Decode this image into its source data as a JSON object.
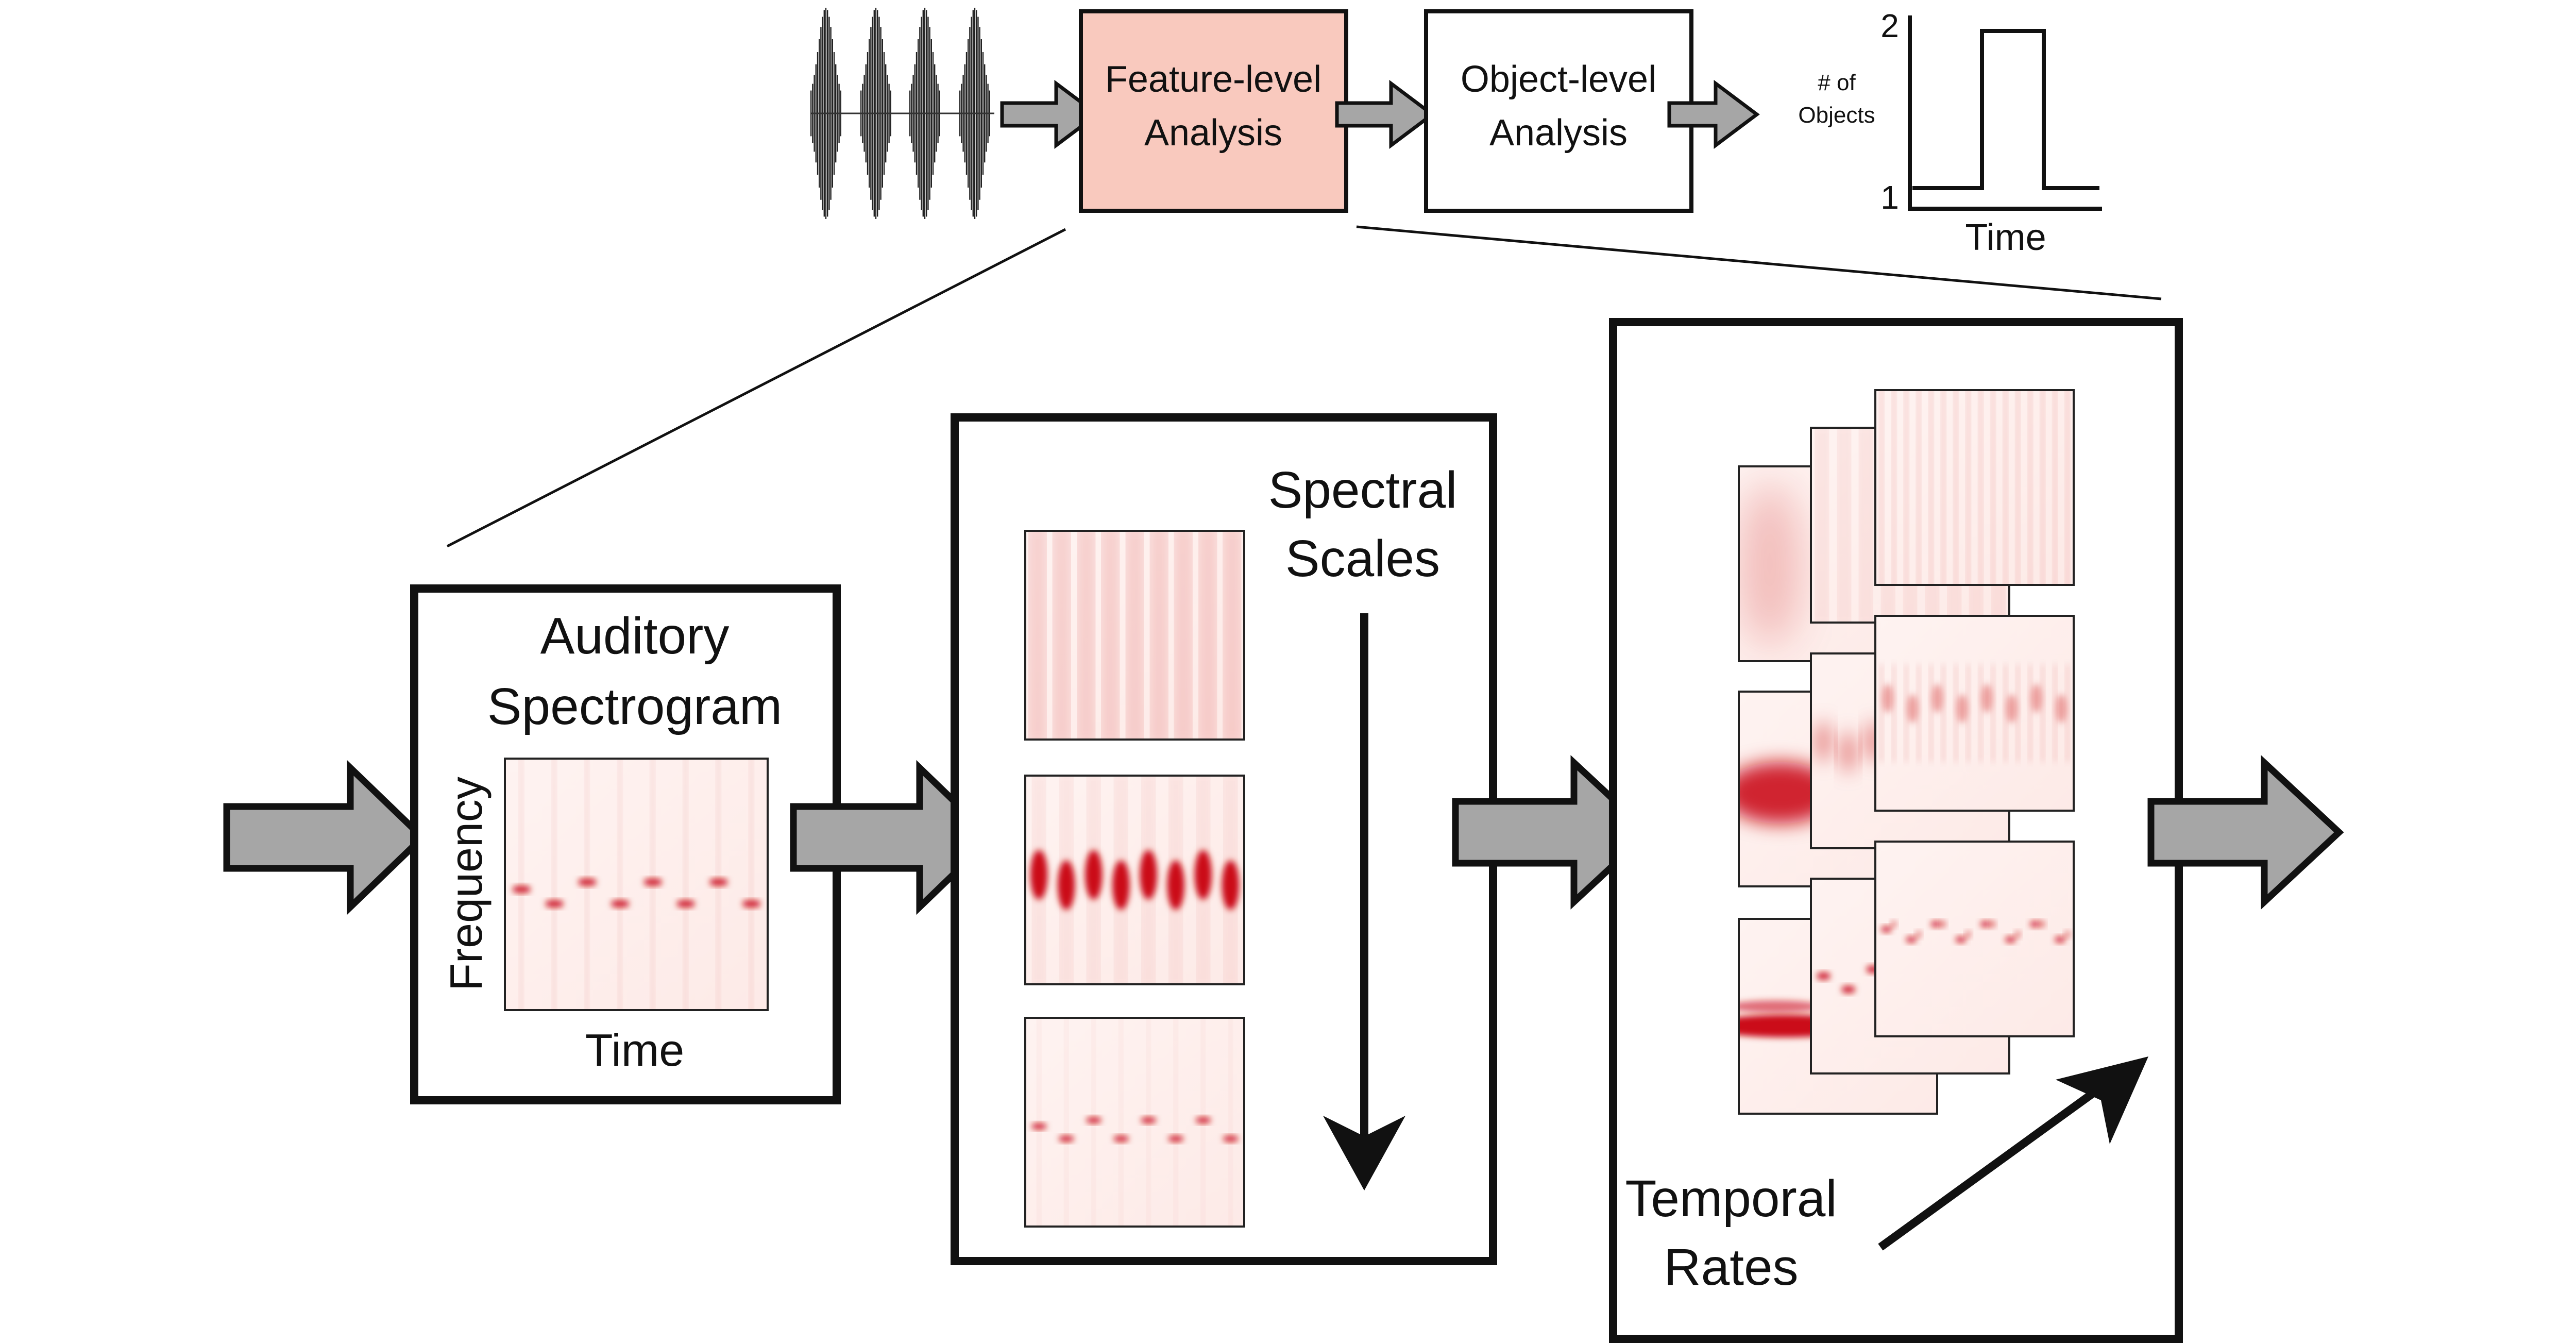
{
  "top_pipeline": {
    "feature_box": {
      "line1": "Feature-level",
      "line2": "Analysis"
    },
    "object_box": {
      "line1": "Object-level",
      "line2": "Analysis"
    },
    "output_plot": {
      "ylabel_line1": "# of",
      "ylabel_line2": "Objects",
      "ytick_top": "2",
      "ytick_bottom": "1",
      "xlabel": "Time"
    }
  },
  "spectrogram_box": {
    "title_line1": "Auditory",
    "title_line2": "Spectrogram",
    "ylabel": "Frequency",
    "xlabel": "Time"
  },
  "scales_box": {
    "label_line1": "Spectral",
    "label_line2": "Scales"
  },
  "rates_box": {
    "label_line1": "Temporal",
    "label_line2": "Rates"
  },
  "colors": {
    "feature_fill": "#f9c9be",
    "arrow_fill": "#a6a6a6",
    "heat_red": "#c8000c",
    "heat_bg": "#fdecea"
  }
}
